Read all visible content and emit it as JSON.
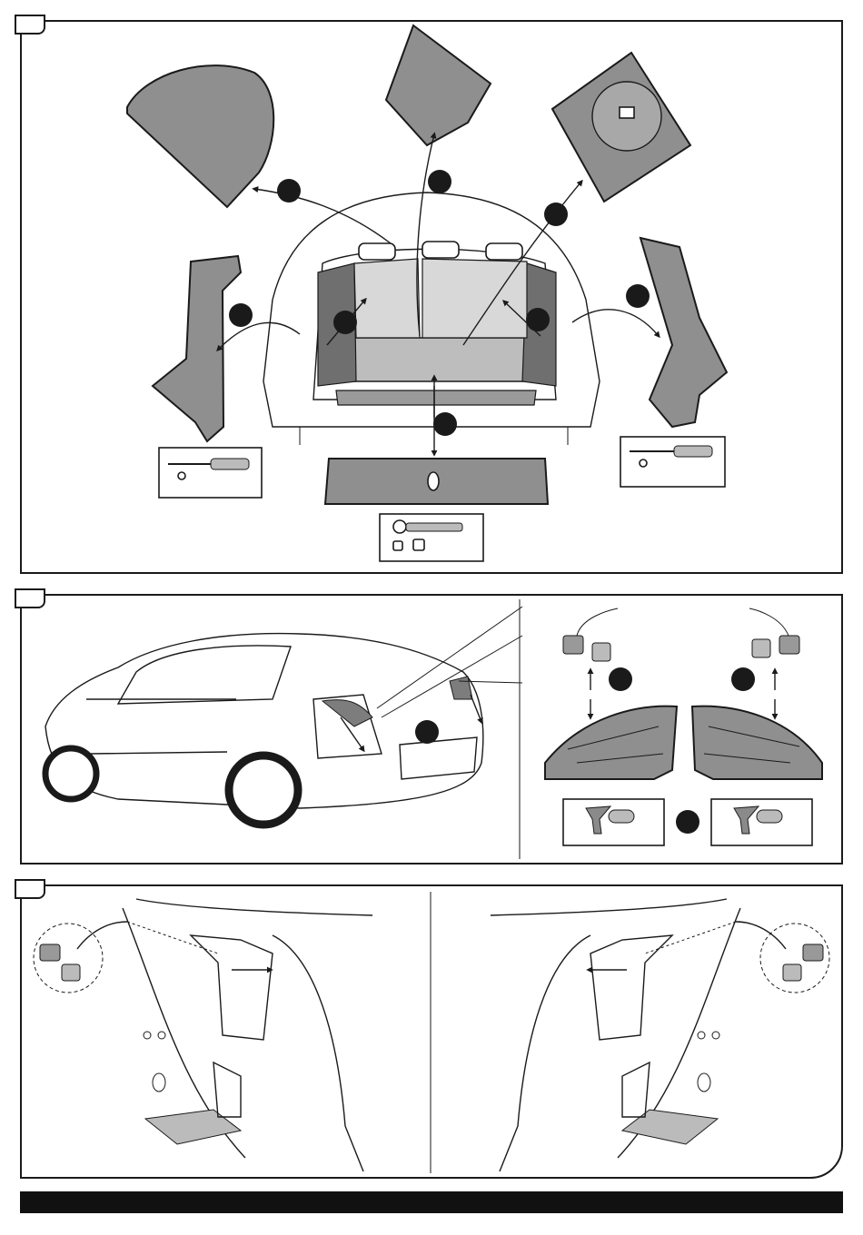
{
  "panels": [
    {
      "id": "panel-1",
      "label": ""
    },
    {
      "id": "panel-2",
      "label": ""
    },
    {
      "id": "panel-3",
      "label": ""
    }
  ],
  "footer_bar": {
    "color": "#111111",
    "text": ""
  },
  "colors": {
    "line": "#1a1a1a",
    "part_fill": "#8f8f8f",
    "background": "#ffffff"
  },
  "icons": [
    "screwdriver-icon",
    "ratchet-icon",
    "connector-icon",
    "step-marker-icon",
    "direction-arrow-icon"
  ]
}
